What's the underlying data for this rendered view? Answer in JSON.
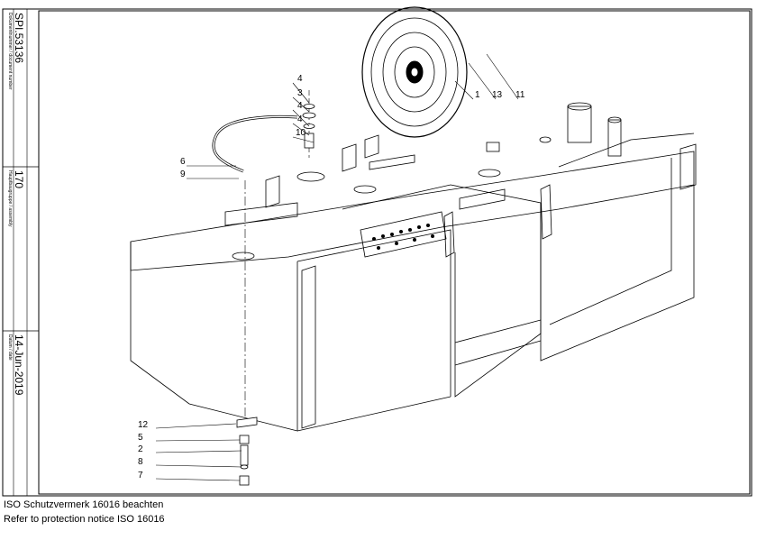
{
  "title_block": {
    "document_number_label": "Dokumentnummer / document number",
    "document_number": "SPI.53136",
    "assembly_label": "Hauptbaugruppe / assembly",
    "assembly": "170",
    "date_label": "Datum / date",
    "date": "14-Jun-2019"
  },
  "callouts": [
    "4",
    "3",
    "4",
    "4",
    "10",
    "6",
    "9",
    "1",
    "13",
    "11",
    "12",
    "5",
    "2",
    "8",
    "7"
  ],
  "notice": {
    "line1": "ISO Schutzvermerk 16016 beachten",
    "line2": "Refer to protection notice ISO 16016"
  }
}
